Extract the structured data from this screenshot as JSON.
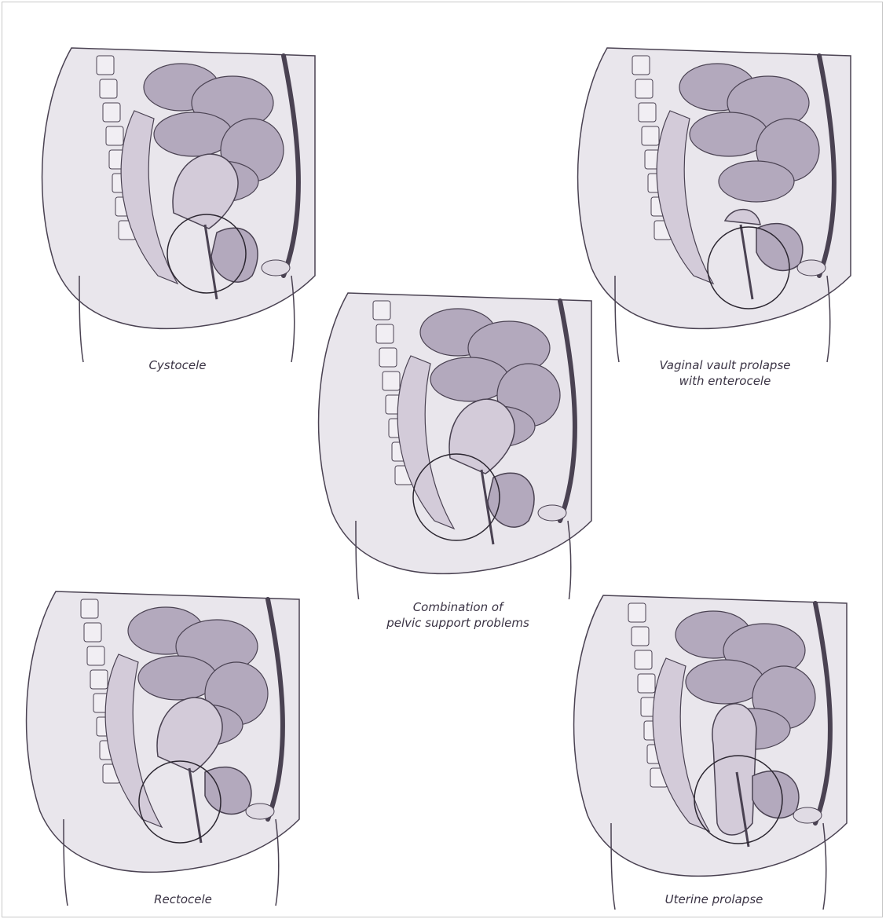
{
  "colors": {
    "skin": "#e9e6ec",
    "organ_light": "#d3cbd9",
    "organ_mid": "#b3a9bd",
    "organ_dark": "#8f8599",
    "outline": "#4a4252",
    "circle": "#2b2630",
    "caption": "#3a3344"
  },
  "panels": [
    {
      "id": "cystocele",
      "caption": [
        "Cystocele"
      ]
    },
    {
      "id": "vault",
      "caption": [
        "Vaginal vault prolapse",
        "with enterocele"
      ]
    },
    {
      "id": "combination",
      "caption": [
        "Combination of",
        "pelvic support problems"
      ]
    },
    {
      "id": "rectocele",
      "caption": [
        "Rectocele"
      ]
    },
    {
      "id": "uterine",
      "caption": [
        "Uterine prolapse"
      ]
    }
  ]
}
